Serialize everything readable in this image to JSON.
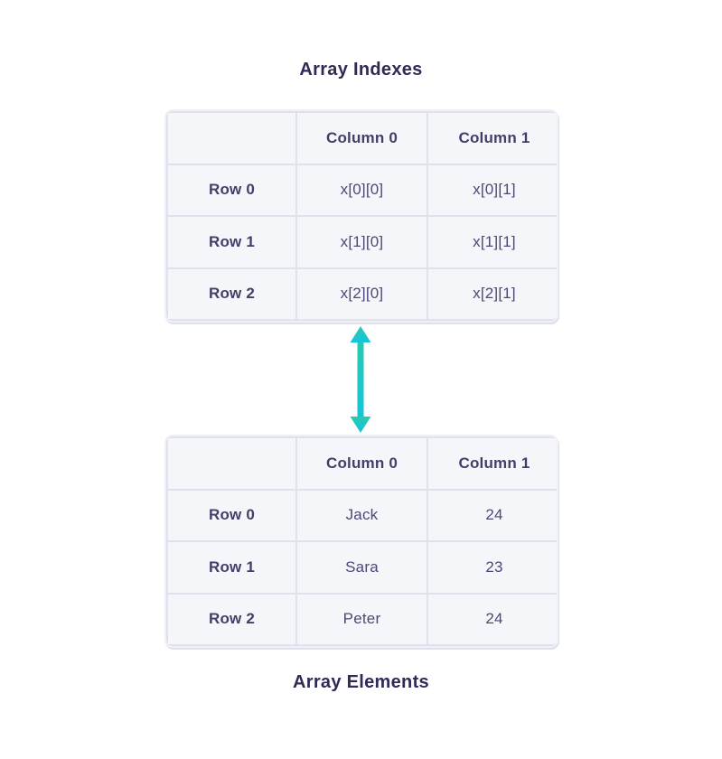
{
  "page": {
    "background": "#ffffff"
  },
  "colors": {
    "title_text": "#2e2c57",
    "header_text": "#413f68",
    "cell_text": "#4b4975",
    "cell_bg": "#f5f6fa",
    "grid_line": "#dfe2ec",
    "arrow_gradient_top": "#2bc9ae",
    "arrow_gradient_bottom": "#12c5de"
  },
  "diagram": {
    "top_title": "Array Indexes",
    "bottom_title": "Array Elements",
    "connector_icon": "double-headed-vertical-arrow",
    "tables": [
      {
        "name": "array-indexes",
        "col_headers": [
          "",
          "Column 0",
          "Column 1"
        ],
        "rows": [
          {
            "label": "Row 0",
            "cells": [
              "x[0][0]",
              "x[0][1]"
            ]
          },
          {
            "label": "Row 1",
            "cells": [
              "x[1][0]",
              "x[1][1]"
            ]
          },
          {
            "label": "Row 2",
            "cells": [
              "x[2][0]",
              "x[2][1]"
            ]
          }
        ]
      },
      {
        "name": "array-elements",
        "col_headers": [
          "",
          "Column 0",
          "Column 1"
        ],
        "rows": [
          {
            "label": "Row 0",
            "cells": [
              "Jack",
              "24"
            ]
          },
          {
            "label": "Row 1",
            "cells": [
              "Sara",
              "23"
            ]
          },
          {
            "label": "Row 2",
            "cells": [
              "Peter",
              "24"
            ]
          }
        ]
      }
    ]
  }
}
